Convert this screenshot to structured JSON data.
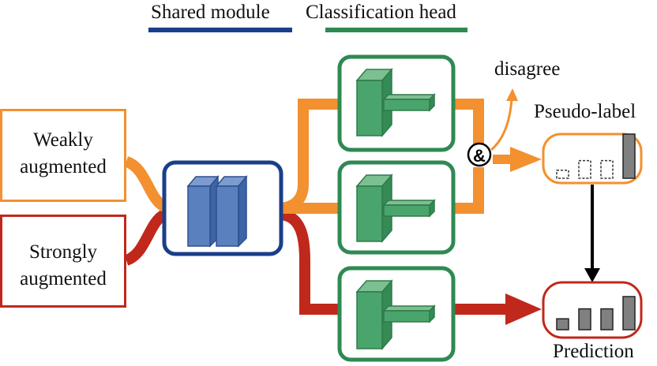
{
  "legend": {
    "shared_label": "Shared module",
    "head_label": "Classification head"
  },
  "inputs": {
    "weak_line1": "Weakly",
    "weak_line2": "augmented",
    "strong_line1": "Strongly",
    "strong_line2": "augmented"
  },
  "outputs": {
    "disagree": "disagree",
    "pseudo_label": "Pseudo-label",
    "prediction": "Prediction",
    "combine_symbol": "&"
  },
  "colors": {
    "weak": "#f39030",
    "strong": "#c0281c",
    "shared": "#1a3f8a",
    "head": "#2e8a52",
    "shared_fill": "#5b80be",
    "head_fill": "#4aa56c"
  },
  "histograms": {
    "pseudo_label": [
      0.18,
      0.4,
      0.4,
      1.0
    ],
    "prediction": [
      0.33,
      0.63,
      0.63,
      1.0
    ]
  }
}
